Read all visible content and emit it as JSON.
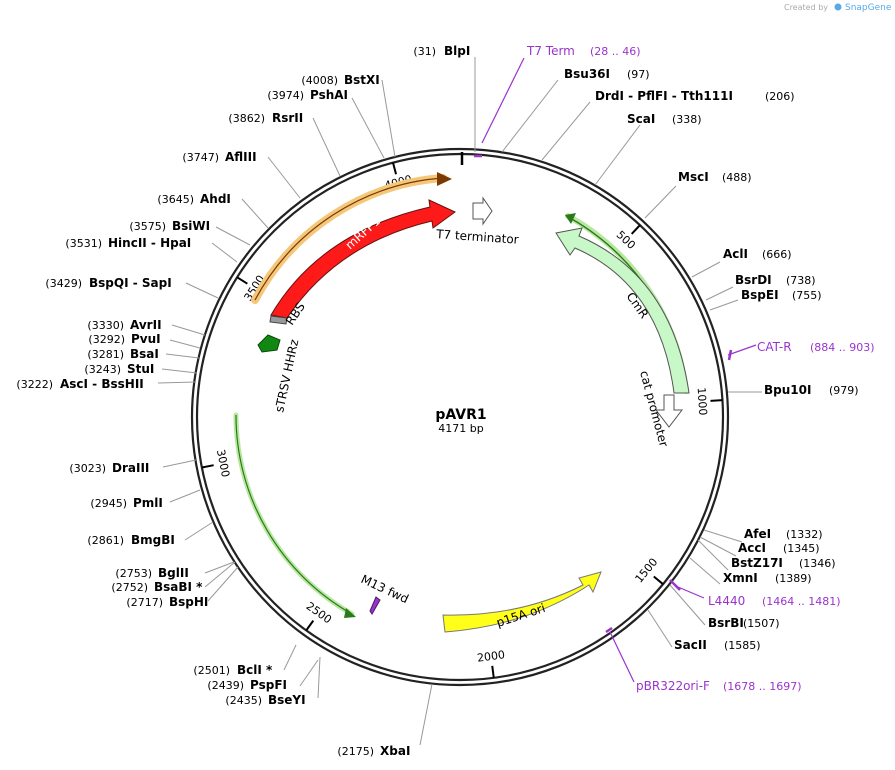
{
  "credit": {
    "text": "Created by",
    "brand": "SnapGene"
  },
  "plasmid": {
    "name": "pAVR1",
    "length": "4171 bp"
  },
  "colors": {
    "backbone": "#222222",
    "mRFP1": "#ff1a1a",
    "CmR": "#c8f7c8",
    "p15A_ori": "#ffff1a",
    "T7_terminator": "#ffffff",
    "cat_promoter": "#ffffff",
    "sTRSV_HHRz": "#118811",
    "M13_fwd": "#9a34cc",
    "primer": "#9a34cc"
  },
  "ruler": [
    "500",
    "1000",
    "1500",
    "2000",
    "2500",
    "3000",
    "3500",
    "4000"
  ],
  "features": [
    {
      "label": "mRFP1"
    },
    {
      "label": "CmR"
    },
    {
      "label": "p15A ori"
    },
    {
      "label": "T7 terminator"
    },
    {
      "label": "cat promoter"
    },
    {
      "label": "sTRSV HHRz"
    },
    {
      "label": "RBS"
    },
    {
      "label": "M13 fwd"
    }
  ],
  "primers": [
    {
      "name": "T7 Term",
      "pos": "(28 .. 46)"
    },
    {
      "name": "CAT-R",
      "pos": "(884 .. 903)"
    },
    {
      "name": "L4440",
      "pos": "(1464 .. 1481)"
    },
    {
      "name": "pBR322ori-F",
      "pos": "(1678 .. 1697)"
    }
  ],
  "sites": [
    {
      "pos": "(31)",
      "name": "BlpI"
    },
    {
      "name": "Bsu36I",
      "pos": "(97)"
    },
    {
      "name": "DrdI - PflFI - Tth111I",
      "pos": "(206)"
    },
    {
      "name": "ScaI",
      "pos": "(338)"
    },
    {
      "name": "MscI",
      "pos": "(488)"
    },
    {
      "name": "AclI",
      "pos": "(666)"
    },
    {
      "name": "BsrDI",
      "pos": "(738)"
    },
    {
      "name": "BspEI",
      "pos": "(755)"
    },
    {
      "name": "Bpu10I",
      "pos": "(979)"
    },
    {
      "name": "AfeI",
      "pos": "(1332)"
    },
    {
      "name": "AccI",
      "pos": "(1345)"
    },
    {
      "name": "BstZ17I",
      "pos": "(1346)"
    },
    {
      "name": "XmnI",
      "pos": "(1389)"
    },
    {
      "name": "BsrBI",
      "pos": "(1507)"
    },
    {
      "name": "SacII",
      "pos": "(1585)"
    },
    {
      "pos": "(2175)",
      "name": "XbaI"
    },
    {
      "pos": "(2435)",
      "name": "BseYI"
    },
    {
      "pos": "(2439)",
      "name": "PspFI"
    },
    {
      "pos": "(2501)",
      "name": "BclI *"
    },
    {
      "pos": "(2717)",
      "name": "BspHI"
    },
    {
      "pos": "(2752)",
      "name": "BsaBI *"
    },
    {
      "pos": "(2753)",
      "name": "BglII"
    },
    {
      "pos": "(2861)",
      "name": "BmgBI"
    },
    {
      "pos": "(2945)",
      "name": "PmlI"
    },
    {
      "pos": "(3023)",
      "name": "DraIII"
    },
    {
      "pos": "(3222)",
      "name": "AscI - BssHII"
    },
    {
      "pos": "(3243)",
      "name": "StuI"
    },
    {
      "pos": "(3281)",
      "name": "BsaI"
    },
    {
      "pos": "(3292)",
      "name": "PvuI"
    },
    {
      "pos": "(3330)",
      "name": "AvrII"
    },
    {
      "pos": "(3429)",
      "name": "BspQI - SapI"
    },
    {
      "pos": "(3531)",
      "name": "HincII - HpaI"
    },
    {
      "pos": "(3575)",
      "name": "BsiWI"
    },
    {
      "pos": "(3645)",
      "name": "AhdI"
    },
    {
      "pos": "(3747)",
      "name": "AflIII"
    },
    {
      "pos": "(3862)",
      "name": "RsrII"
    },
    {
      "pos": "(3974)",
      "name": "PshAI"
    },
    {
      "pos": "(4008)",
      "name": "BstXI"
    }
  ]
}
